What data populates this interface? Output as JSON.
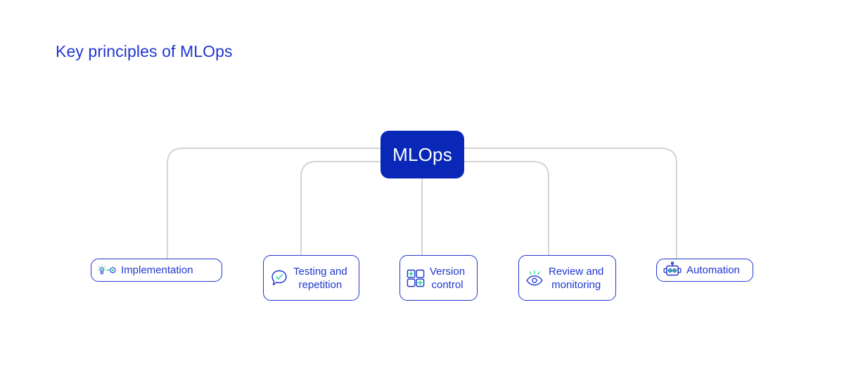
{
  "page": {
    "title": "Key principles of MLOps",
    "background_color": "#ffffff"
  },
  "colors": {
    "brand_blue": "#2036cf",
    "node_fill": "#0a28b8",
    "accent_green": "#2ae0a0",
    "connector_gray": "#d4d4d4",
    "node_text": "#ffffff"
  },
  "diagram": {
    "type": "mind-map",
    "root": {
      "label": "MLOps",
      "fill": "#0a28b8",
      "text_color": "#ffffff"
    },
    "leaves": [
      {
        "id": "implementation",
        "label": "Implementation",
        "icon": "lightbulb-to-gear-icon",
        "lines": 1
      },
      {
        "id": "testing",
        "label": "Testing and\nrepetition",
        "icon": "speech-bubble-check-icon",
        "lines": 2
      },
      {
        "id": "version",
        "label": "Version\ncontrol",
        "icon": "grid-plus-icon",
        "lines": 2
      },
      {
        "id": "review",
        "label": "Review and\nmonitoring",
        "icon": "eye-rays-icon",
        "lines": 2
      },
      {
        "id": "automation",
        "label": "Automation",
        "icon": "robot-head-icon",
        "lines": 1
      }
    ],
    "connector_style": "rounded-elbow",
    "connector_color": "#d4d4d4"
  }
}
